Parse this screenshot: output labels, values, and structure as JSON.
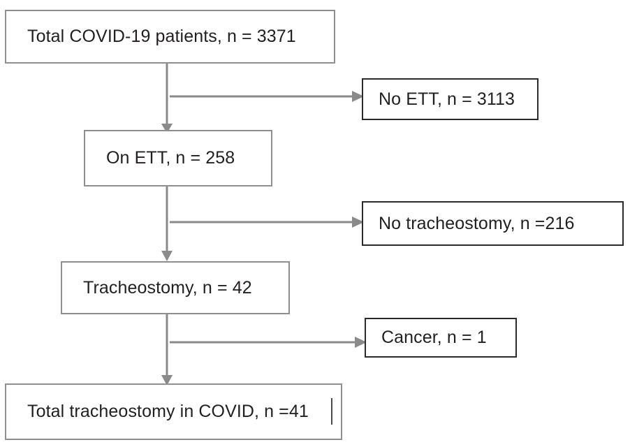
{
  "figure": {
    "type": "flowchart",
    "orientation": "top-to-bottom with right-side exclusion branches",
    "background_color": "#ffffff",
    "main_box_border_color": "#8f8f8f",
    "exclusion_box_border_color": "#2b2b2b",
    "connector_color": "#8a8a8a",
    "text_color": "#231f20"
  },
  "nodes": {
    "total_patients": {
      "label": "Total COVID-19 patients, n = 3371",
      "count": 3371,
      "kind": "main"
    },
    "no_ett": {
      "label": "No ETT, n = 3113",
      "count": 3113,
      "kind": "exclusion"
    },
    "on_ett": {
      "label": "On ETT, n = 258",
      "count": 258,
      "kind": "main"
    },
    "no_tracheostomy": {
      "label": "No tracheostomy, n =216",
      "count": 216,
      "kind": "exclusion"
    },
    "tracheostomy": {
      "label": "Tracheostomy, n = 42",
      "count": 42,
      "kind": "main"
    },
    "cancer": {
      "label": "Cancer, n = 1",
      "count": 1,
      "kind": "exclusion"
    },
    "total_tracheostomy_covid": {
      "label": "Total tracheostomy in COVID, n =41",
      "count": 41,
      "kind": "main"
    }
  },
  "chart_data": {
    "type": "flowchart",
    "title": "",
    "steps": [
      {
        "stage": "Total COVID-19 patients",
        "n": 3371
      },
      {
        "stage": "On ETT",
        "n": 258
      },
      {
        "stage": "Tracheostomy",
        "n": 42
      },
      {
        "stage": "Total tracheostomy in COVID",
        "n": 41
      }
    ],
    "exclusions": [
      {
        "after_stage": "Total COVID-19 patients",
        "reason": "No ETT",
        "n": 3113
      },
      {
        "after_stage": "On ETT",
        "reason": "No tracheostomy",
        "n": 216
      },
      {
        "after_stage": "Tracheostomy",
        "reason": "Cancer",
        "n": 1
      }
    ]
  }
}
